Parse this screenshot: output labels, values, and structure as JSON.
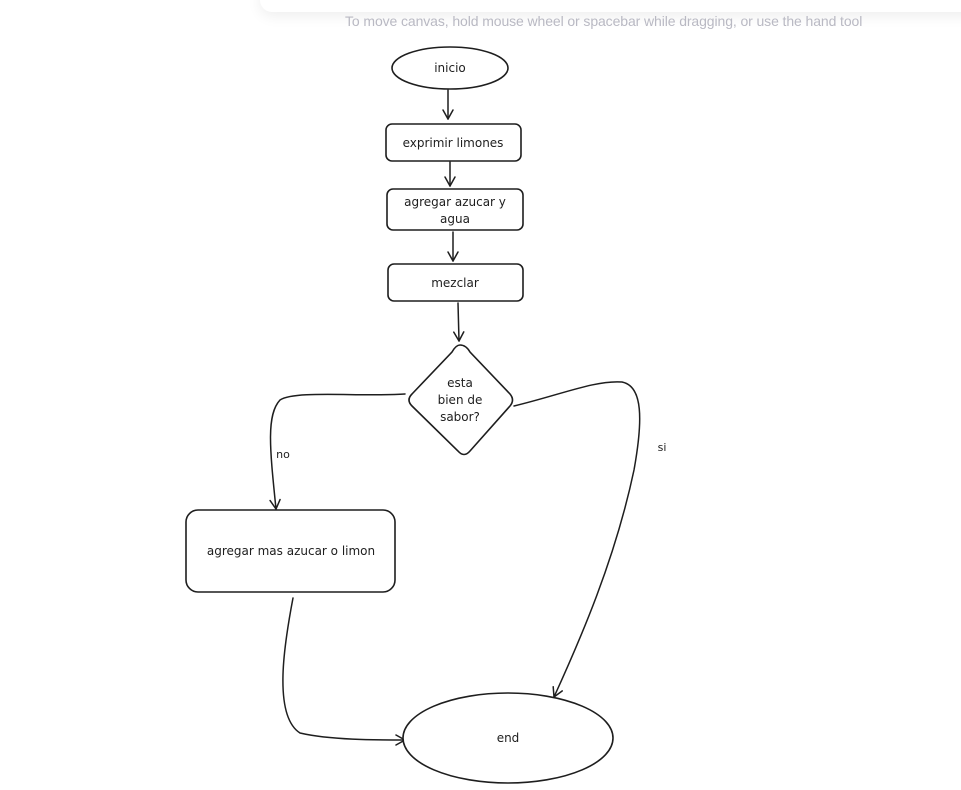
{
  "canvas": {
    "hint": "To move canvas, hold mouse wheel or spacebar while dragging, or use the hand tool"
  },
  "nodes": {
    "start": "inicio",
    "squeeze": "exprimir limones",
    "add_sugar_line1": "agregar azucar y",
    "add_sugar_line2": "agua",
    "mix": "mezclar",
    "decision_line1": "esta",
    "decision_line2": "bien de",
    "decision_line3": "sabor?",
    "adjust": "agregar mas azucar o limon",
    "end": "end"
  },
  "edges": {
    "no": "no",
    "yes": "si"
  }
}
